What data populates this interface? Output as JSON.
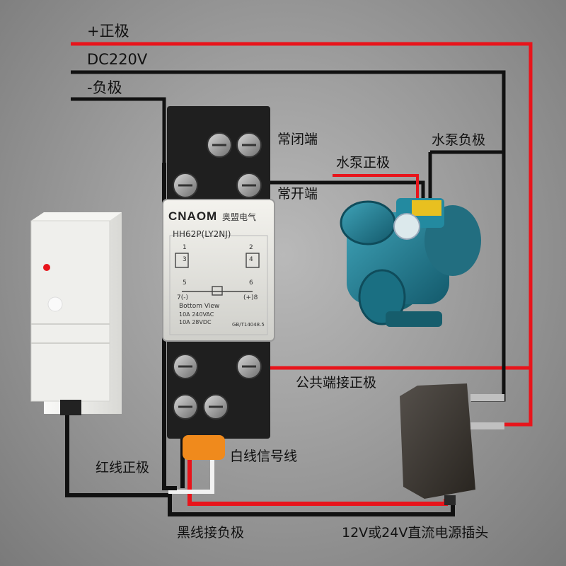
{
  "power": {
    "positive_label": "+正极",
    "voltage_label": "DC220V",
    "negative_label": "-负极"
  },
  "relay": {
    "brand": "CNAOM",
    "brand_cn": "奥盟电气",
    "model": "HH62P(LY2NJ)",
    "pin_labels": [
      "1",
      "2",
      "3",
      "4",
      "5",
      "6",
      "7(-)",
      "(+)8"
    ],
    "view_label": "Bottom View",
    "rating_ac": "10A 240VAC",
    "rating_dc": "10A 28VDC",
    "standard": "GB/T14048.5"
  },
  "terminals": {
    "nc_label": "常闭端",
    "no_label": "常开端",
    "common_label": "公共端接正极"
  },
  "pump": {
    "positive_label": "水泵正极",
    "negative_label": "水泵负极"
  },
  "sensor": {
    "red_wire_label": "红线正极",
    "white_wire_label": "白线信号线",
    "black_wire_label": "黑线接负极"
  },
  "adapter": {
    "label": "12V或24V直流电源插头"
  },
  "colors": {
    "red_wire": "#e8141b",
    "black_wire": "#111111",
    "white_wire": "#f2f2f2",
    "relay_base": "#1f1f1f",
    "pump_body": "#1f7f95",
    "sensor_body": "#ededeb",
    "adapter_body": "#3b3835"
  }
}
